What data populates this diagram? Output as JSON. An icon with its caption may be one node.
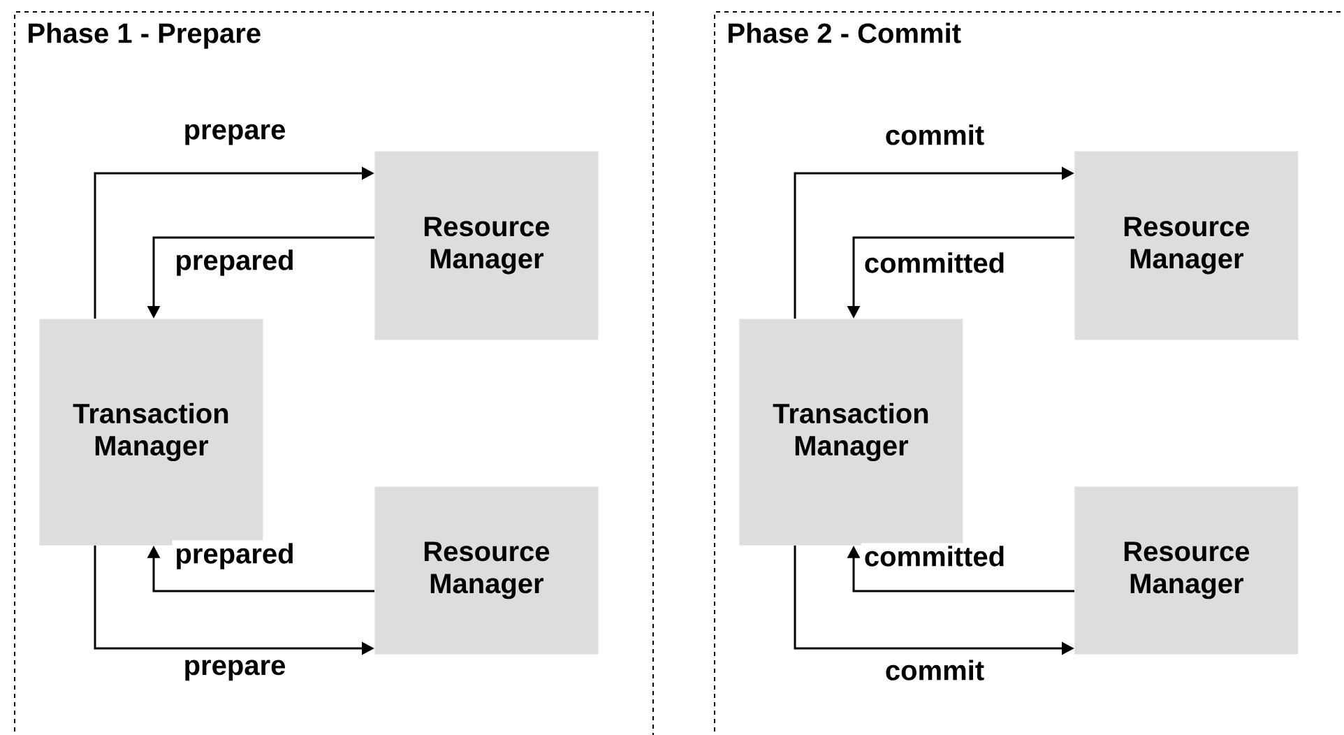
{
  "diagram": {
    "nodes": [
      {
        "text": [
          "Phase 1 - Prepare"
        ]
      },
      {
        "text": [
          "Transaction Manager"
        ],
        "in": 0
      },
      {
        "text": [
          "Resource Manager"
        ],
        "in": 0
      },
      {
        "text": [
          "Resource Manager"
        ],
        "in": 0
      },
      {
        "text": [
          "Phase 2 - Commit"
        ]
      },
      {
        "text": [
          "Transaction Manager"
        ],
        "in": 4
      },
      {
        "text": [
          "Resource Manager"
        ],
        "in": 4
      },
      {
        "text": [
          "Resource Manager"
        ],
        "in": 4
      }
    ],
    "edges": [
      {
        "from": 1,
        "to": 2,
        "arrow": "to",
        "label": "prepare"
      },
      {
        "from": 2,
        "to": 1,
        "arrow": "to",
        "label": "prepared"
      },
      {
        "from": 3,
        "to": 1,
        "arrow": "to",
        "label": "prepared"
      },
      {
        "from": 1,
        "to": 3,
        "arrow": "to",
        "label": "prepare"
      },
      {
        "from": 5,
        "to": 6,
        "arrow": "to",
        "label": "commit"
      },
      {
        "from": 6,
        "to": 5,
        "arrow": "to",
        "label": "committed"
      },
      {
        "from": 7,
        "to": 5,
        "arrow": "to",
        "label": "committed"
      },
      {
        "from": 5,
        "to": 7,
        "arrow": "to",
        "label": "commit"
      }
    ]
  }
}
